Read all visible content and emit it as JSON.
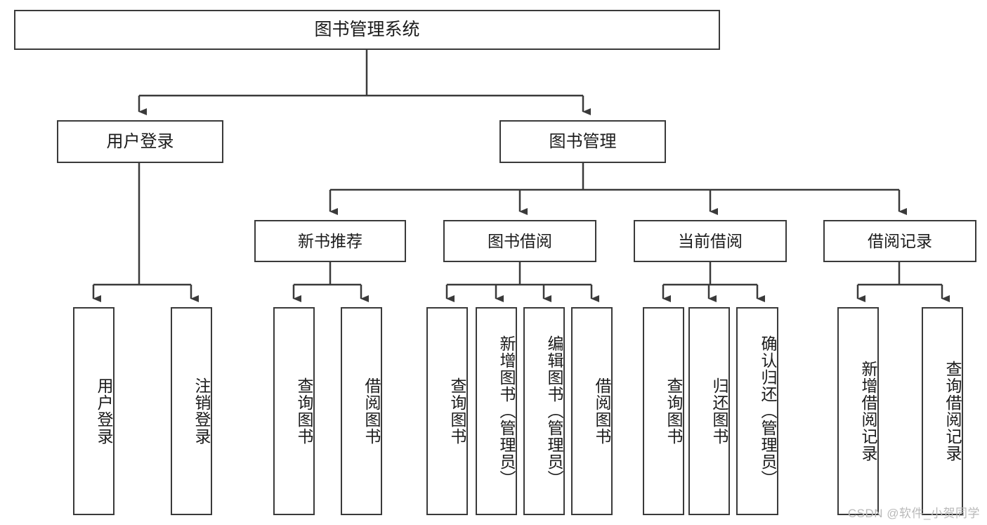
{
  "diagram": {
    "title": "图书管理系统",
    "type": "功能结构图",
    "root": {
      "id": "root",
      "label": "图书管理系统"
    },
    "level2": [
      {
        "id": "user-login",
        "label": "用户登录"
      },
      {
        "id": "book-manage",
        "label": "图书管理"
      }
    ],
    "level3": [
      {
        "id": "new-book-recommend",
        "label": "新书推荐",
        "parent": "book-manage"
      },
      {
        "id": "book-borrow",
        "label": "图书借阅",
        "parent": "book-manage"
      },
      {
        "id": "current-borrow",
        "label": "当前借阅",
        "parent": "book-manage"
      },
      {
        "id": "borrow-record",
        "label": "借阅记录",
        "parent": "book-manage"
      }
    ],
    "leaves": {
      "user_login": [
        {
          "id": "leaf-user-login",
          "label": "用户登录"
        },
        {
          "id": "leaf-logout",
          "label": "注销登录"
        }
      ],
      "new_book_recommend": [
        {
          "id": "leaf-query-book-1",
          "label": "查询图书"
        },
        {
          "id": "leaf-borrow-book-1",
          "label": "借阅图书"
        }
      ],
      "book_borrow": [
        {
          "id": "leaf-query-book-2",
          "label": "查询图书"
        },
        {
          "id": "leaf-add-book",
          "label": "新增图书（管理员）"
        },
        {
          "id": "leaf-edit-book",
          "label": "编辑图书（管理员）"
        },
        {
          "id": "leaf-borrow-book-2",
          "label": "借阅图书"
        }
      ],
      "current_borrow": [
        {
          "id": "leaf-query-book-3",
          "label": "查询图书"
        },
        {
          "id": "leaf-return-book",
          "label": "归还图书"
        },
        {
          "id": "leaf-confirm-return",
          "label": "确认归还（管理员）"
        }
      ],
      "borrow_record": [
        {
          "id": "leaf-add-record",
          "label": "新增借阅记录"
        },
        {
          "id": "leaf-query-record",
          "label": "查询借阅记录"
        }
      ]
    }
  },
  "watermark": {
    "text": "CSDN @软件_小贺同学"
  },
  "colors": {
    "border": "#3a3a3a",
    "text": "#1b1b1b",
    "background": "#ffffff",
    "watermark": "#b9b9b9"
  }
}
